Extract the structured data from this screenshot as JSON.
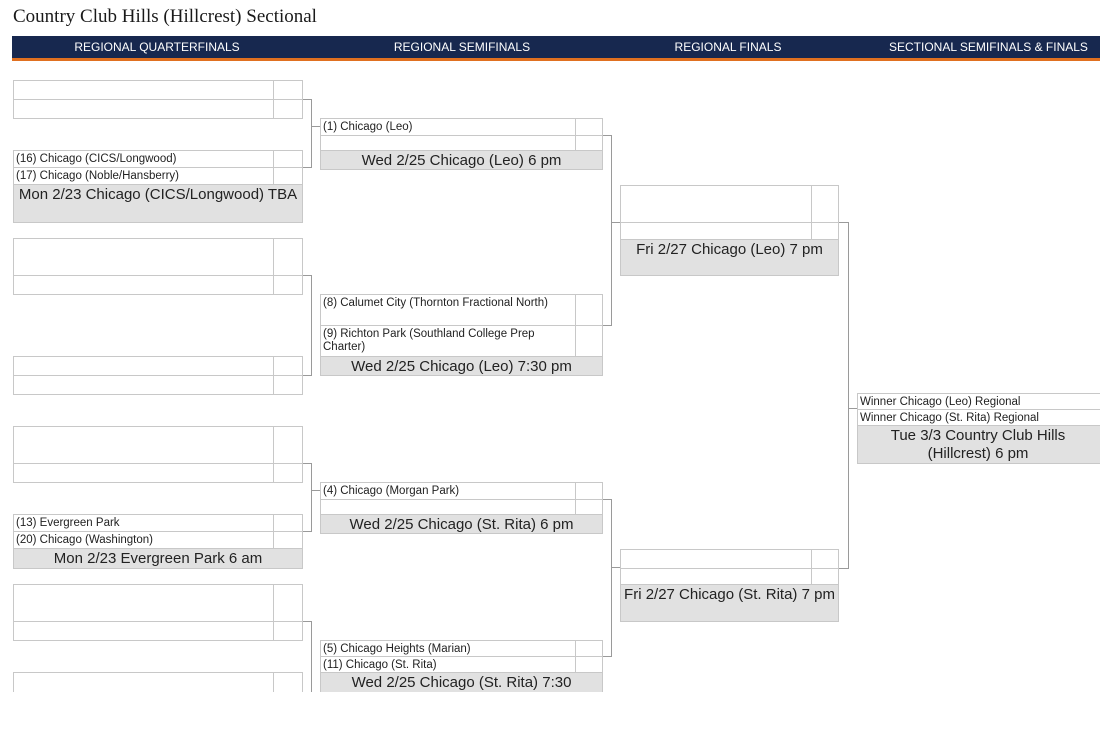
{
  "title": "Country Club Hills (Hillcrest) Sectional",
  "rounds": [
    "REGIONAL QUARTERFINALS",
    "REGIONAL SEMIFINALS",
    "REGIONAL FINALS",
    "SECTIONAL SEMIFINALS & FINALS"
  ],
  "quarterfinals": {
    "g1": {
      "team1": "",
      "team2": "",
      "info": ""
    },
    "g2": {
      "team1": "(16) Chicago (CICS/Longwood)",
      "team2": "(17) Chicago (Noble/Hansberry)",
      "info": "Mon 2/23 Chicago (CICS/Longwood) TBA"
    },
    "g3": {
      "team1": "",
      "team2": "",
      "info": ""
    },
    "g4": {
      "team1": "",
      "team2": "",
      "info": ""
    },
    "g5": {
      "team1": "",
      "team2": "",
      "info": ""
    },
    "g6": {
      "team1": "(13) Evergreen Park",
      "team2": "(20) Chicago (Washington)",
      "info": "Mon 2/23 Evergreen Park 6 am"
    },
    "g7": {
      "team1": "",
      "team2": "",
      "info": ""
    },
    "g8": {
      "team1": "",
      "team2": "",
      "info": ""
    }
  },
  "semifinals": {
    "g1": {
      "team1": "(1) Chicago (Leo)",
      "team2": "",
      "info": "Wed 2/25 Chicago (Leo) 6 pm"
    },
    "g2": {
      "team1": "(8) Calumet City (Thornton Fractional North)",
      "team2": "(9) Richton Park (Southland College Prep Charter)",
      "info": "Wed 2/25 Chicago (Leo) 7:30 pm"
    },
    "g3": {
      "team1": "(4) Chicago (Morgan Park)",
      "team2": "",
      "info": "Wed 2/25 Chicago (St. Rita) 6 pm"
    },
    "g4": {
      "team1": "(5) Chicago Heights (Marian)",
      "team2": "(11) Chicago (St. Rita)",
      "info": "Wed 2/25 Chicago (St. Rita) 7:30"
    }
  },
  "finals": {
    "g1": {
      "team1": "",
      "team2": "",
      "info": "Fri 2/27 Chicago (Leo) 7 pm"
    },
    "g2": {
      "team1": "",
      "team2": "",
      "info": "Fri 2/27 Chicago (St. Rita) 7 pm"
    }
  },
  "sectional": {
    "team1": "Winner Chicago (Leo) Regional",
    "team2": "Winner Chicago (St. Rita) Regional",
    "info": "Tue 3/3 Country Club Hills (Hillcrest) 6 pm"
  },
  "colors": {
    "header_bg": "#17284f",
    "header_accent": "#e07020",
    "game_info_bg": "#e1e1e1",
    "border": "#c8c8c8"
  }
}
